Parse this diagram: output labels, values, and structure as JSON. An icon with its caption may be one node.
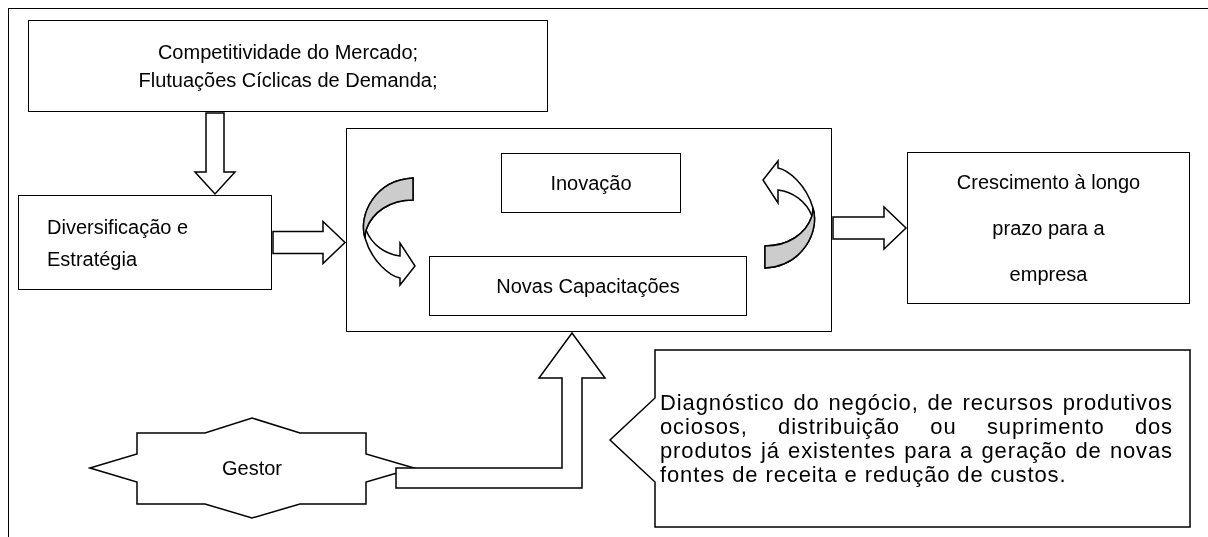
{
  "diagram": {
    "nodes": [
      {
        "text": [
          "Competitividade do Mercado; Flutuações Cíclicas de Demanda;"
        ]
      },
      {
        "text": [
          "Diversificação e Estratégia"
        ]
      },
      {
        "text": [],
        "shape": "box"
      },
      {
        "text": [
          "Inovação"
        ],
        "in": 2
      },
      {
        "text": [
          "Novas Capacitações"
        ],
        "in": 2
      },
      {
        "text": [
          "Crescimento à longo prazo para a empresa"
        ]
      },
      {
        "text": [
          "Gestor"
        ]
      },
      {
        "text": [
          "Diagnóstico do negócio, de recursos produtivos ociosos, distribuição ou suprimento dos produtos já existentes para a geração de novas fontes de receita e redução de custos."
        ]
      }
    ],
    "edges": [
      {
        "from": 0,
        "to": 1,
        "arrow": "to"
      },
      {
        "from": 1,
        "to": 2,
        "arrow": "to"
      },
      {
        "from": 3,
        "to": 4,
        "arrow": "to"
      },
      {
        "from": 4,
        "to": 3,
        "arrow": "to"
      },
      {
        "from": 2,
        "to": 5,
        "arrow": "to"
      },
      {
        "from": 6,
        "to": 2,
        "arrow": "to"
      }
    ]
  }
}
